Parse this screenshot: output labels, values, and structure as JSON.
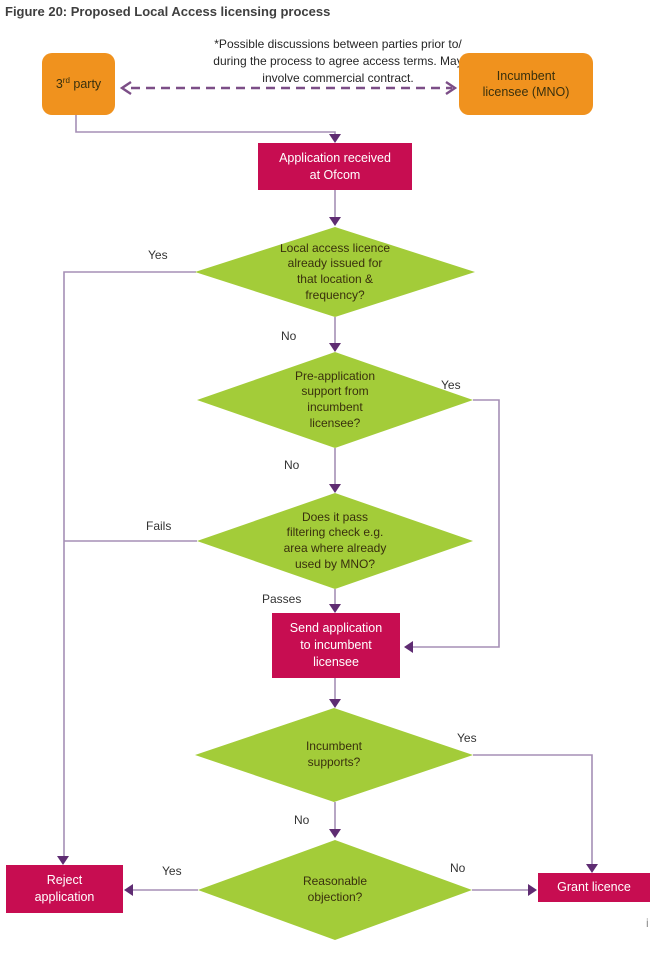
{
  "title": "Figure 20: Proposed Local Access licensing process",
  "note": "*Possible discussions between parties prior to/\nduring the process to agree access terms. May\ninvolve commercial contract.",
  "nodes": {
    "third_party": {
      "num": "3",
      "ordinal": "rd",
      "rest": " party"
    },
    "incumbent": "Incumbent\nlicensee (MNO)",
    "application": "Application received\nat Ofcom",
    "d1": "Local access licence\nalready issued for\nthat location &\nfrequency?",
    "d2": "Pre-application\nsupport from\nincumbent\nlicensee?",
    "d3": "Does it pass\nfiltering check e.g.\narea where already\nused by MNO?",
    "send": "Send application\nto incumbent\nlicensee",
    "d4": "Incumbent\nsupports?",
    "d5": "Reasonable\nobjection?",
    "reject": "Reject\napplication",
    "grant": "Grant licence"
  },
  "edge_labels": {
    "d1_yes": "Yes",
    "d1_no": "No",
    "d2_yes": "Yes",
    "d2_no": "No",
    "d3_fails": "Fails",
    "d3_passes": "Passes",
    "d4_yes": "Yes",
    "d4_no": "No",
    "d5_yes": "Yes",
    "d5_no": "No"
  },
  "page_marker": "i",
  "colors": {
    "orange": "#F0921E",
    "crimson": "#C70D51",
    "green": "#A3CC39",
    "line": "#A58FB5",
    "arrow": "#5F2C72",
    "dashed": "#7C4E87",
    "darktext": "#39300D",
    "lighttext": "#FFFFFF",
    "titletext": "#3F3F3F",
    "notetext": "#262626",
    "labeltext": "#333333",
    "pagemarker": "#8D8D8D"
  }
}
